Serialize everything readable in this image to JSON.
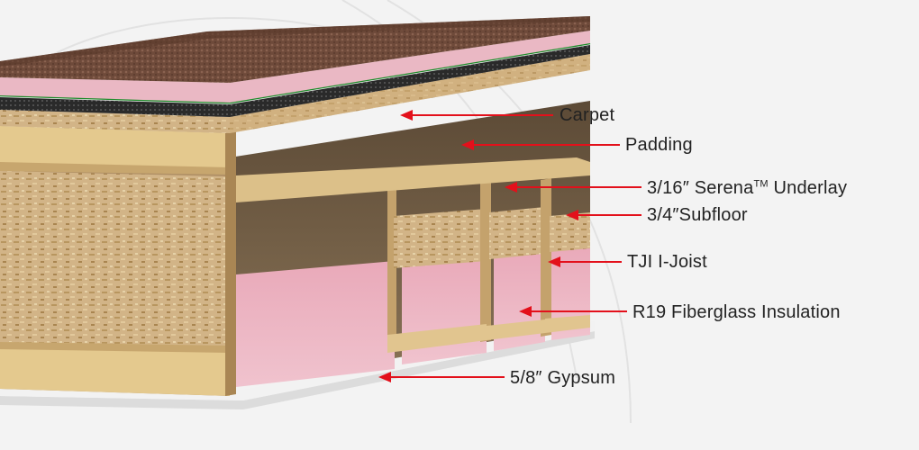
{
  "labels": {
    "carpet": "Carpet",
    "padding": "Padding",
    "underlay_prefix": "3/16″ Serena",
    "underlay_tm": "TM",
    "underlay_suffix": " Underlay",
    "subfloor": "3/4″Subfloor",
    "joist": "TJI I-Joist",
    "insulation": "R19 Fiberglass Insulation",
    "gypsum": "5/8″ Gypsum"
  },
  "colors": {
    "arrow": "#e3101b",
    "carpet": "#6e4a3a",
    "padding": "#e9b9c4",
    "underlay_stripe": "#1e8a2a",
    "subfloor": "#c9a978",
    "joist_flange": "#e4c98e",
    "insulation": "#eab2c0",
    "gypsum": "#e9e9e9"
  }
}
